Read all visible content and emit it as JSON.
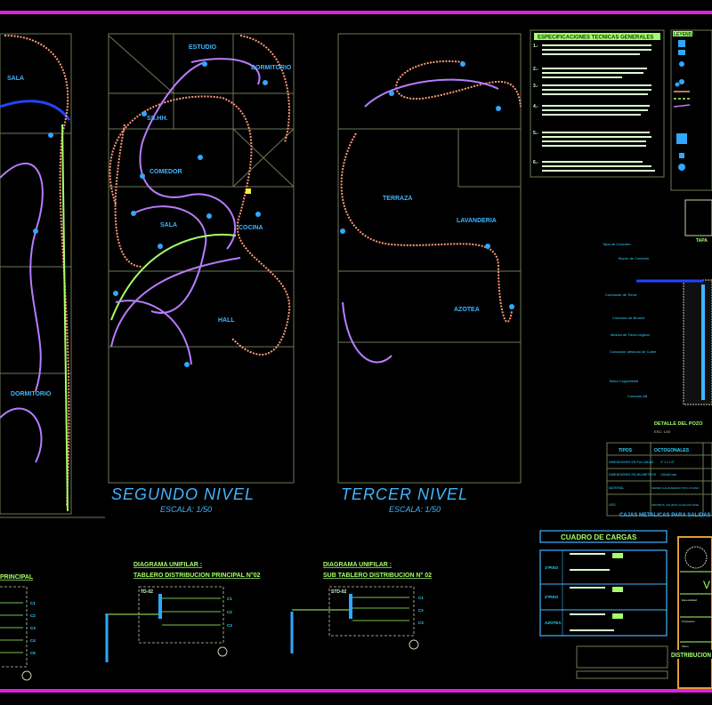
{
  "colors": {
    "background": "#000000",
    "border": "#e020e0",
    "text_blue": "#3fb6ff",
    "text_green": "#a6ff6a",
    "wire_purple": "#b77cff",
    "wire_orange": "#ff9a7a",
    "title_block": "#e0a030"
  },
  "plans": [
    {
      "title": "SEGUNDO NIVEL",
      "scale": "ESCALA: 1/50",
      "rooms": [
        "ESTUDIO",
        "DORMITORIO",
        "SS.HH.",
        "COMEDOR",
        "SALA",
        "COCINA",
        "HALL"
      ]
    },
    {
      "title": "TERCER NIVEL",
      "scale": "ESCALA: 1/50",
      "rooms": [
        "TERRAZA",
        "LAVANDERIA",
        "AZOTEA"
      ]
    }
  ],
  "left_plan": {
    "rooms": [
      "SALA",
      "DORMITORIO"
    ]
  },
  "specs": {
    "title": "ESPECIFICACIONES TECNICAS GENERALES",
    "items": [
      "1.-",
      "2.-",
      "3.-",
      "4.-",
      "5.-",
      "6.-"
    ]
  },
  "legend": {
    "title": "LEYENDA"
  },
  "pozo": {
    "labels": [
      "Tapa de Concreto",
      "Buzón de Concreto",
      "Conductor de Tierra",
      "Conexión de Bronce",
      "Mezcla de Tierra vegetal",
      "Conductor desnudo de Cobre",
      "Barra Copperweld",
      "Conector AB"
    ],
    "tapa": "TAPA",
    "title": "DETALLE DEL POZO",
    "scale": "ESC: 1/20"
  },
  "cajas": {
    "headers": [
      "TIPOS",
      "OCTOGONALES"
    ],
    "rows": [
      [
        "DIMENSIONES EN PULGADAS",
        "4\" x 1 1/2\""
      ],
      [
        "DIMENSIONES EN MILIMETROS",
        "100x40 mm"
      ],
      [
        "MATERIAL",
        "FIERRO GALVANIZADO TIPO LIVIANO"
      ],
      [
        "USO",
        "CENTROS, SALIDAS CAJAS DE PASE"
      ]
    ],
    "caption": "CAJAS METALICAS PARA SALIDAS"
  },
  "cuadro": {
    "title": "CUADRO DE CARGAS",
    "groups": [
      "1°PISO",
      "2°PISO",
      "AZOTEA"
    ]
  },
  "diagrams": [
    {
      "title1": "",
      "title2": "PRINCIPAL",
      "board": "",
      "circuits": [
        "C1",
        "C2",
        "C3",
        "C4",
        "C5"
      ]
    },
    {
      "title1": "DIAGRAMA UNIFILAR :",
      "title2": "TABLERO DISTRIBUCION PRINCIPAL N°02",
      "board": "TD-02",
      "circuits": [
        "C1",
        "C2",
        "C3"
      ]
    },
    {
      "title1": "DIAGRAMA UNIFILAR :",
      "title2": "SUB TABLERO DISTRIBUCION N° 02",
      "board": "STD-02",
      "circuits": [
        "C1",
        "C2",
        "C3"
      ]
    }
  ],
  "title_block": {
    "field1": "V",
    "field2": "Especialidad",
    "field3": "Propietario",
    "field4": "Plano",
    "plan_name": "DISTRIBUCION"
  }
}
